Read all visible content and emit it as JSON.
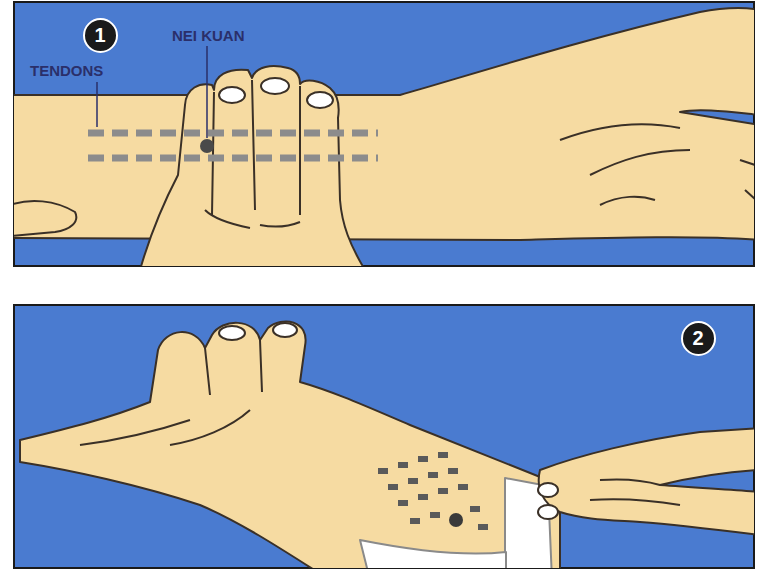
{
  "diagram": {
    "nodes": [
      {
        "text": [
          "1"
        ]
      },
      {
        "text": [
          "2"
        ]
      }
    ],
    "labels": [
      "NEI KUAN",
      "TENDONS"
    ]
  }
}
